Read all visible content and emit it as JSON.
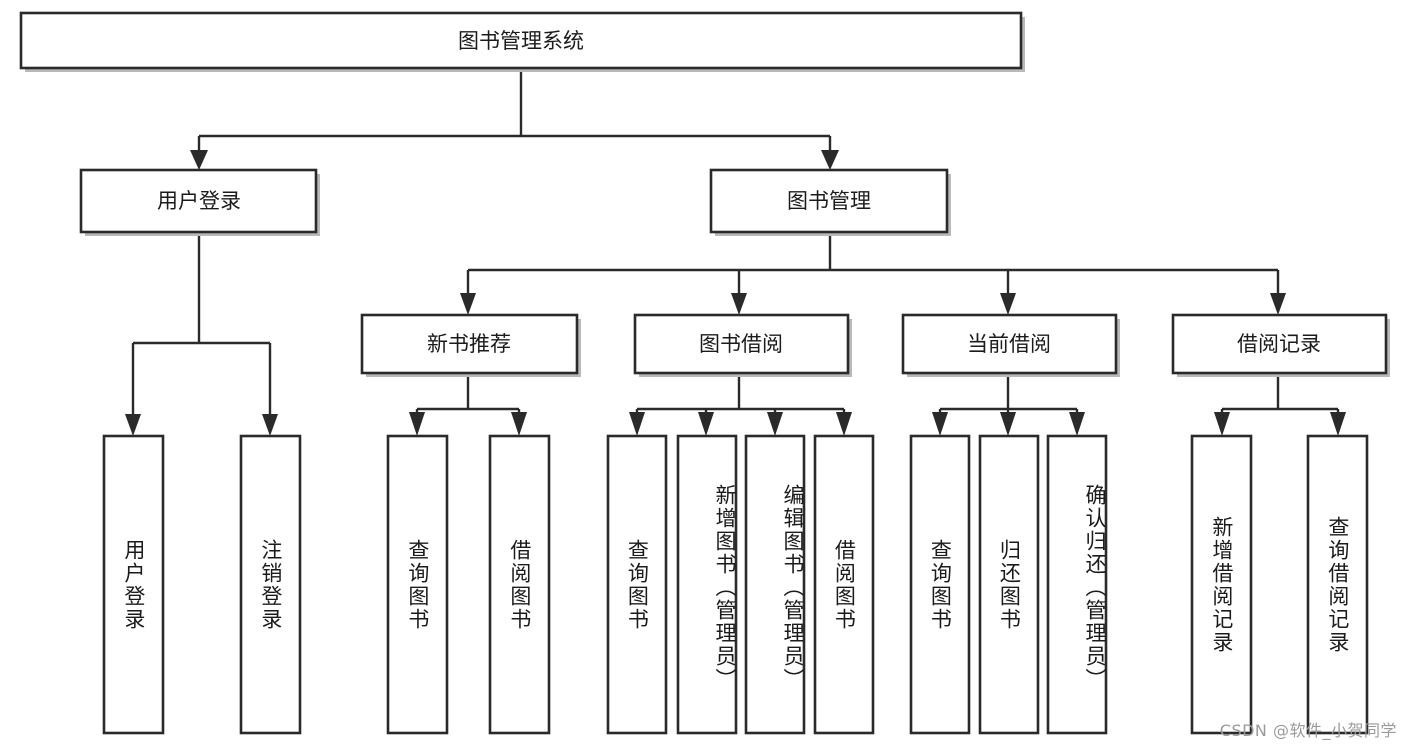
{
  "diagram": {
    "title": "图书管理系统",
    "type": "tree",
    "watermark": "CSDN @软件_小贺同学",
    "colors": {
      "stroke": "#2a2a2a",
      "fill": "#ffffff",
      "shadow": "#b9b9b9",
      "text": "#1b1b1b",
      "watermark": "#9a9a9a"
    },
    "root": {
      "label": "图书管理系统"
    },
    "level2": [
      {
        "label": "用户登录"
      },
      {
        "label": "图书管理"
      }
    ],
    "level3": [
      {
        "label": "新书推荐"
      },
      {
        "label": "图书借阅"
      },
      {
        "label": "当前借阅"
      },
      {
        "label": "借阅记录"
      }
    ],
    "leaves": {
      "user_login": [
        {
          "label": "用户登录"
        },
        {
          "label": "注销登录"
        }
      ],
      "new_book_recommend": [
        {
          "label": "查询图书"
        },
        {
          "label": "借阅图书"
        }
      ],
      "book_borrow": [
        {
          "label": "查询图书"
        },
        {
          "label": "新增图书（管理员）"
        },
        {
          "label": "编辑图书（管理员）"
        },
        {
          "label": "借阅图书"
        }
      ],
      "current_borrow": [
        {
          "label": "查询图书"
        },
        {
          "label": "归还图书"
        },
        {
          "label": "确认归还（管理员）"
        }
      ],
      "borrow_record": [
        {
          "label": "新增借阅记录"
        },
        {
          "label": "查询借阅记录"
        }
      ]
    }
  }
}
